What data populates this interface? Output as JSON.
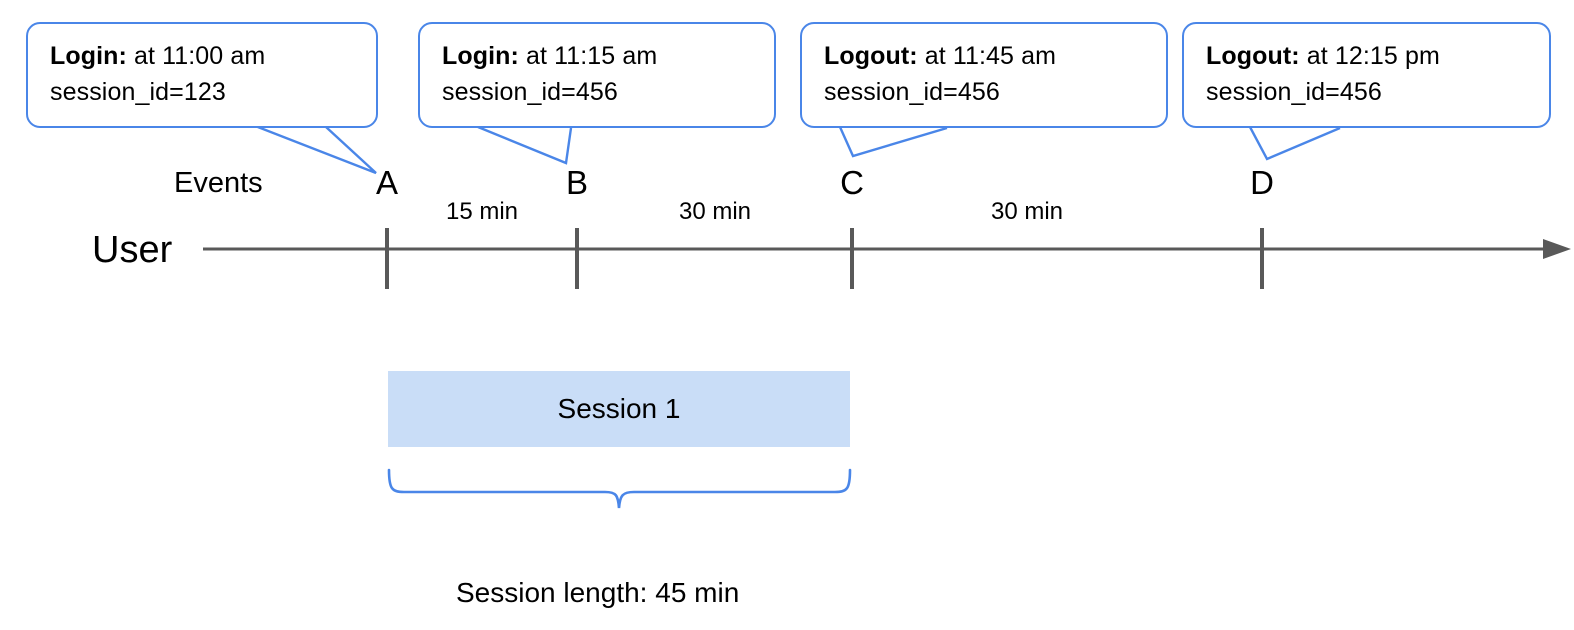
{
  "diagram": {
    "title_row_labels": {
      "events_label": "Events",
      "user_label": "User"
    },
    "accent_blue": "#4a86e8",
    "session_fill": "#c9ddf7",
    "axis_color": "#595959",
    "callouts": [
      {
        "id": "A",
        "event_type": "Login:",
        "time_text": " at 11:00 am",
        "session_line": "session_id=123"
      },
      {
        "id": "B",
        "event_type": "Login:",
        "time_text": " at 11:15 am",
        "session_line": "session_id=456"
      },
      {
        "id": "C",
        "event_type": "Logout:",
        "time_text": " at 11:45 am",
        "session_line": "session_id=456"
      },
      {
        "id": "D",
        "event_type": "Logout:",
        "time_text": " at 12:15 pm",
        "session_line": "session_id=456"
      }
    ],
    "events": [
      {
        "label": "A"
      },
      {
        "label": "B"
      },
      {
        "label": "C"
      },
      {
        "label": "D"
      }
    ],
    "intervals": [
      {
        "label": "15 min"
      },
      {
        "label": "30 min"
      },
      {
        "label": "30 min"
      }
    ],
    "session": {
      "bar_label": "Session 1",
      "length_caption": "Session length: 45 min"
    }
  }
}
